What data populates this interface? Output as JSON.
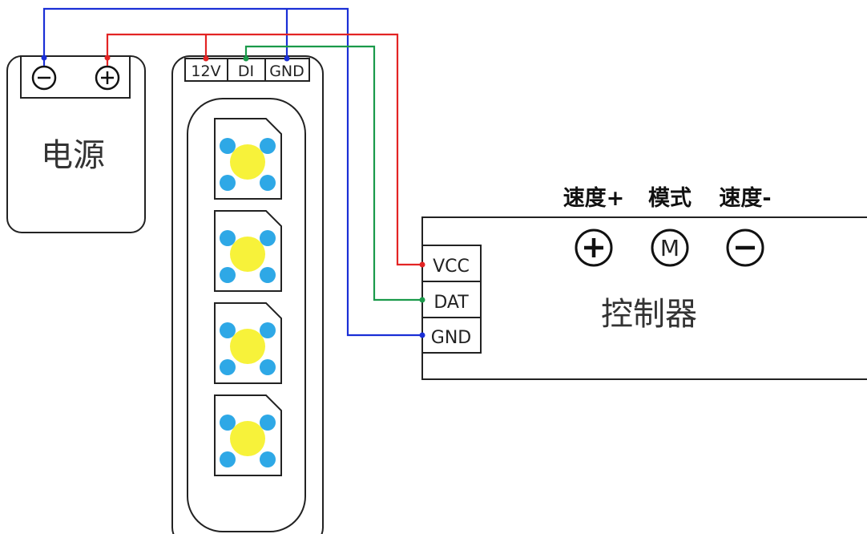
{
  "power_supply": {
    "label": "电源",
    "terminal_minus": "minus-circle-icon",
    "terminal_plus": "plus-circle-icon"
  },
  "strip": {
    "pins": {
      "v12": "12V",
      "di": "DI",
      "gnd": "GND"
    },
    "led_count": 4,
    "led_core_color": "#f7f23a",
    "led_dot_color": "#2ea8e6"
  },
  "controller": {
    "label": "控制器",
    "pins": {
      "vcc": "VCC",
      "dat": "DAT",
      "gnd": "GND"
    },
    "buttons": [
      {
        "label": "速度+",
        "icon": "plus-circle-icon"
      },
      {
        "label": "模式",
        "icon": "mode-m-circle-icon",
        "glyph": "M"
      },
      {
        "label": "速度-",
        "icon": "minus-circle-icon"
      }
    ]
  },
  "wire_colors": {
    "power": "#e32424",
    "data": "#1a9a4a",
    "ground": "#1a2fd6"
  }
}
